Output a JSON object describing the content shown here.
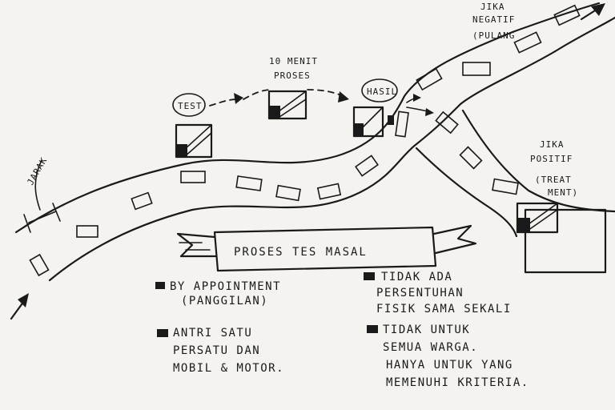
{
  "diagram": {
    "title": "PROSES TES MASAL",
    "labels": {
      "jarak": "JARAK",
      "test": "TEST",
      "process_line1": "10 MENIT",
      "process_line2": "PROSES",
      "hasil": "HASIL",
      "negatif_line1": "JIKA",
      "negatif_line2": "NEGATIF",
      "negatif_line3": "(PULANG",
      "positif_line1": "JIKA",
      "positif_line2": "POSITIF",
      "positif_line3": "(TREAT",
      "positif_line4": "MENT)"
    },
    "notes": [
      {
        "line1": "BY APPOINTMENT",
        "line2": "(PANGGILAN)",
        "line3": ""
      },
      {
        "line1": "ANTRI SATU",
        "line2": "PERSATU DAN",
        "line3": "MOBIL & MOTOR."
      },
      {
        "line1": "TIDAK ADA",
        "line2": "PERSENTUHAN",
        "line3": "FISIK SAMA SEKALI"
      },
      {
        "line1": "TIDAK UNTUK",
        "line2": "SEMUA WARGA.",
        "line3": "HANYA UNTUK YANG",
        "line4": "MEMENUHI KRITERIA."
      }
    ]
  }
}
